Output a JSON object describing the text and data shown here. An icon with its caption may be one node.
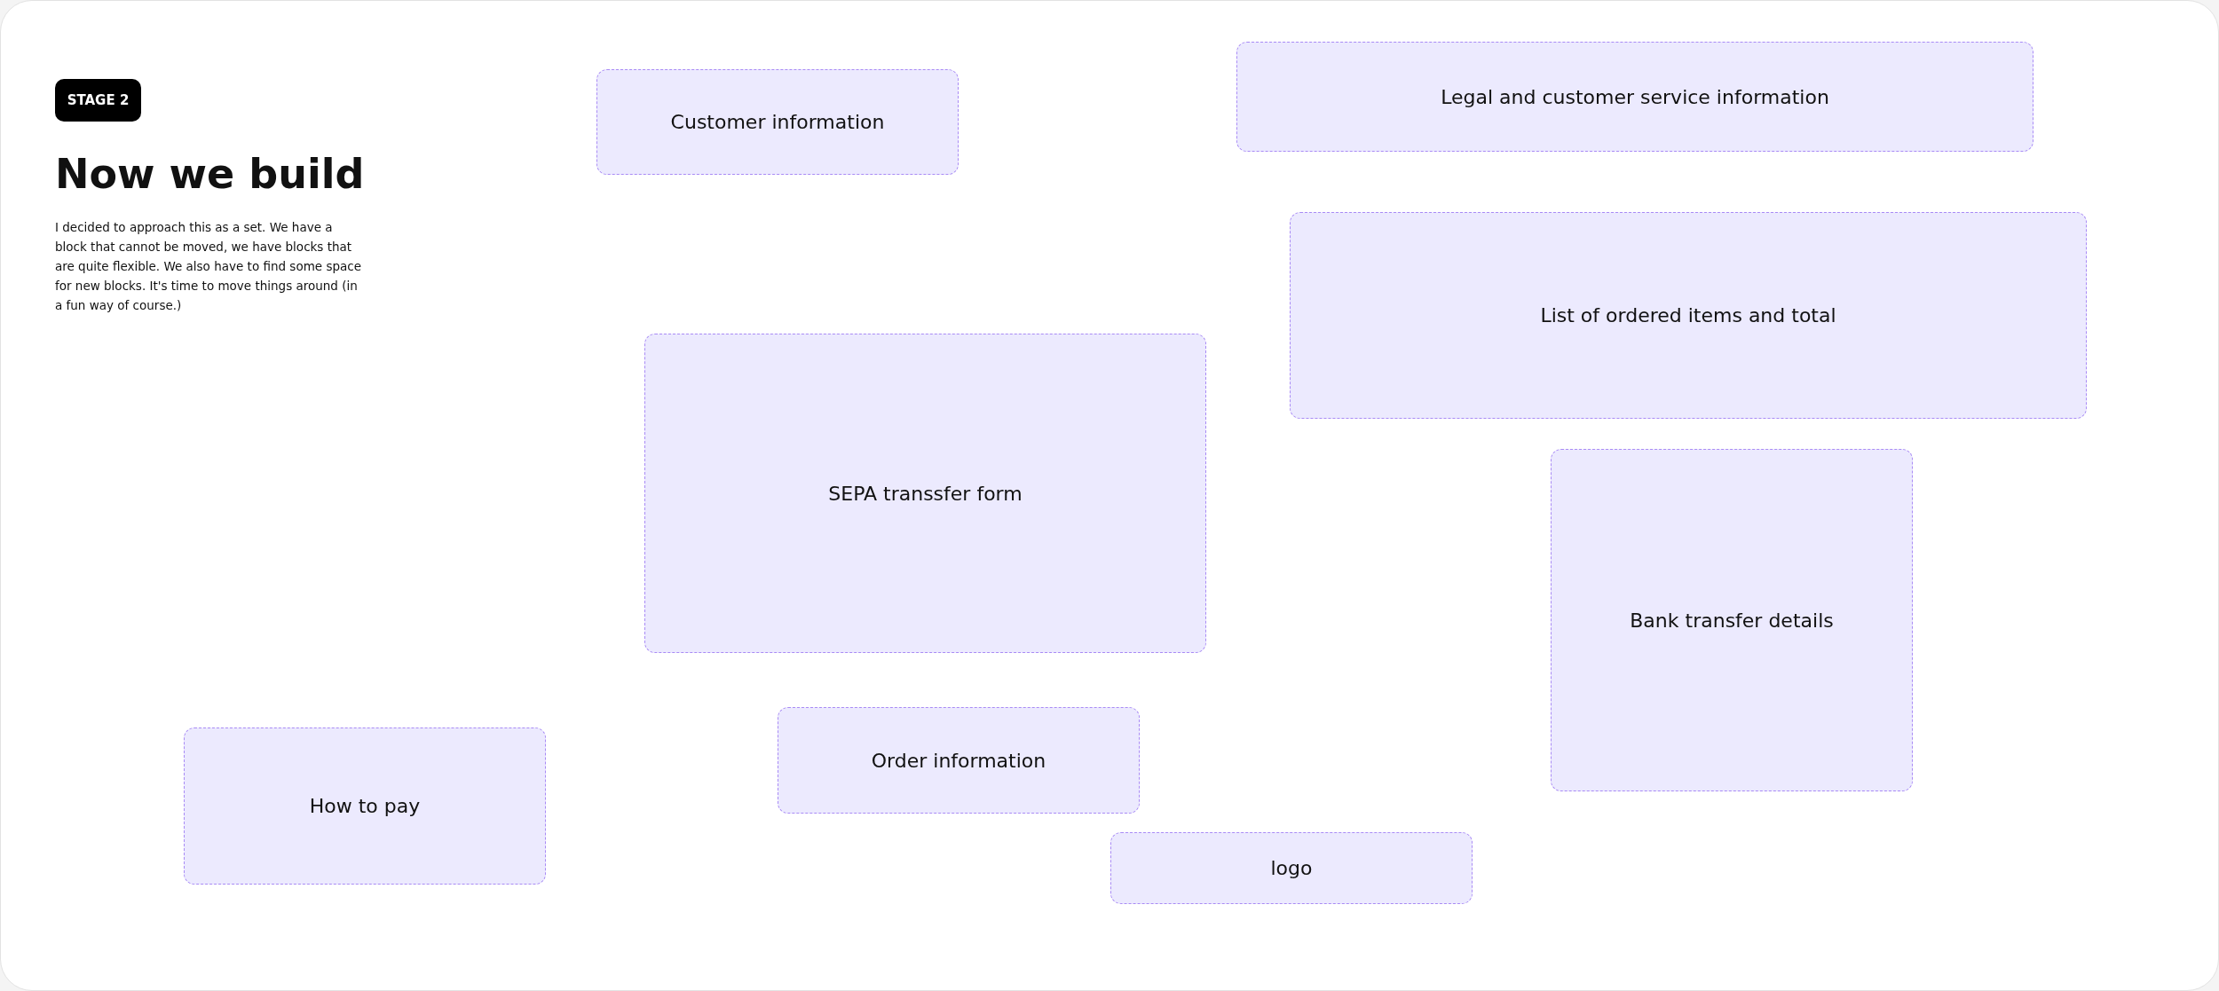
{
  "diagram": {
    "title": "Now we build",
    "nodes": [
      {
        "text": [
          "STAGE 2"
        ]
      },
      {
        "text": [
          "Customer information"
        ]
      },
      {
        "text": [
          "Legal and customer service information"
        ]
      },
      {
        "text": [
          "List of ordered items and total"
        ]
      },
      {
        "text": [
          "SEPA transsfer form"
        ]
      },
      {
        "text": [
          "Bank transfer details"
        ]
      },
      {
        "text": [
          "Order information"
        ]
      },
      {
        "text": [
          "How to pay"
        ]
      },
      {
        "text": [
          "logo"
        ]
      }
    ],
    "edges": [],
    "labels": [
      "I decided to approach this as a set. We have a block that cannot be moved, we have blocks that are quite flexible. We also have to find some space for new blocks. It's time to move things around (in a fun way of course.)"
    ]
  }
}
